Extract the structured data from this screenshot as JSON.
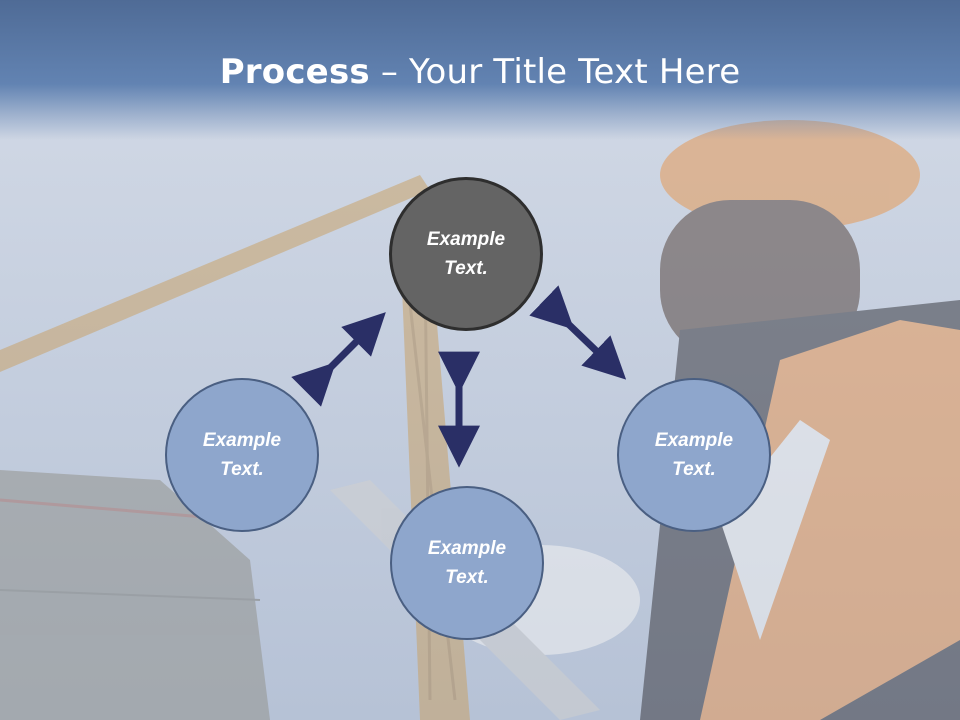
{
  "title": {
    "bold": "Process",
    "rest": " – Your Title Text Here"
  },
  "diagram": {
    "nodes": {
      "top": "Example\nText.",
      "left": "Example\nText.",
      "right": "Example\nText.",
      "bottom": "Example\nText."
    }
  },
  "colors": {
    "title_band": "#5b7aa8",
    "center_node": "#646464",
    "outer_nodes": "#8ea6cc",
    "arrows": "#2a2f66"
  }
}
